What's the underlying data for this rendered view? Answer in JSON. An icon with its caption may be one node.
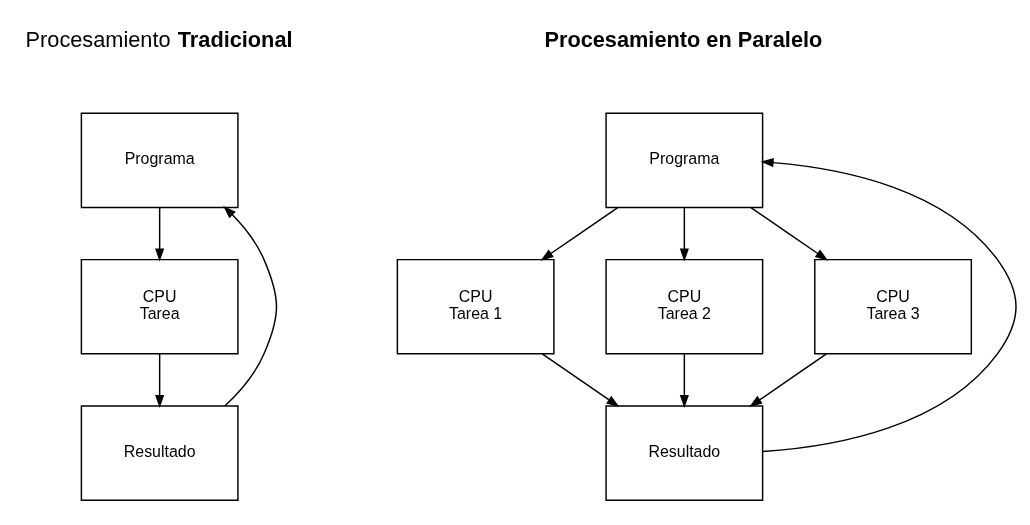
{
  "diagram": {
    "nodes": [
      {
        "text": [
          "Programa"
        ]
      },
      {
        "text": [
          "CPU",
          "Tarea"
        ]
      },
      {
        "text": [
          "Resultado"
        ]
      },
      {
        "text": [
          "Programa"
        ]
      },
      {
        "text": [
          "CPU",
          "Tarea 1"
        ]
      },
      {
        "text": [
          "CPU",
          "Tarea 2"
        ]
      },
      {
        "text": [
          "CPU",
          "Tarea 3"
        ]
      },
      {
        "text": [
          "Resultado"
        ]
      }
    ],
    "edges": [
      {
        "from": 0,
        "to": 1,
        "arrow": "to"
      },
      {
        "from": 1,
        "to": 2,
        "arrow": "to"
      },
      {
        "from": 2,
        "to": 0,
        "arrow": "to"
      },
      {
        "from": 3,
        "to": 4,
        "arrow": "to"
      },
      {
        "from": 3,
        "to": 5,
        "arrow": "to"
      },
      {
        "from": 3,
        "to": 6,
        "arrow": "to"
      },
      {
        "from": 4,
        "to": 7,
        "arrow": "to"
      },
      {
        "from": 5,
        "to": 7,
        "arrow": "to"
      },
      {
        "from": 6,
        "to": 7,
        "arrow": "to"
      },
      {
        "from": 7,
        "to": 3,
        "arrow": "to"
      }
    ],
    "labels": [
      "Procesamiento **Tradicional**",
      "**Procesamiento en Paralelo**"
    ]
  }
}
